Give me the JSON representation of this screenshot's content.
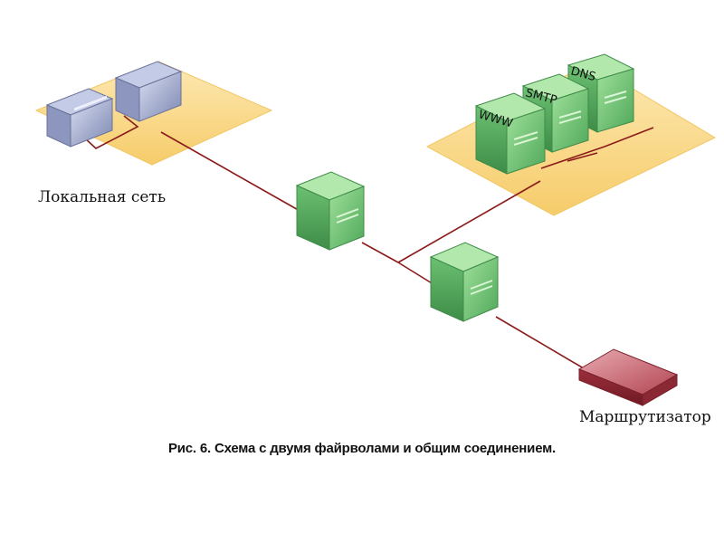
{
  "labels": {
    "local_network": "Локальная сеть",
    "router": "Маршрутизатор",
    "www": "WWW",
    "smtp": "SMTP",
    "dns": "DNS"
  },
  "caption": "Рис. 6. Схема с двумя файрволами и общим соединением.",
  "colors": {
    "zone": "#f9d98a",
    "line": "#8b1a1a",
    "server": "#6fc26f",
    "router": "#b8404a",
    "workstation": "#9aa4c8"
  }
}
